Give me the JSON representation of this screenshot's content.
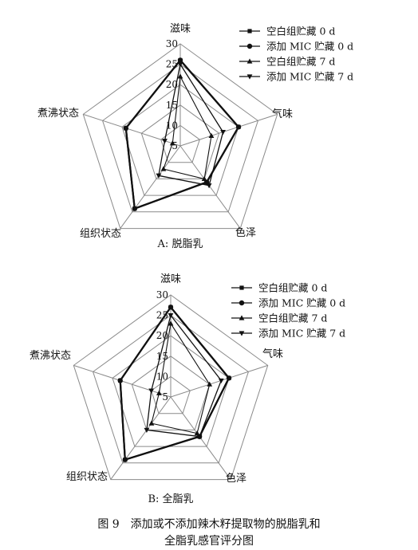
{
  "figure": {
    "caption_line1": "图 9　添加或不添加辣木籽提取物的脱脂乳和",
    "caption_line2": "全脂乳感官评分图"
  },
  "legend": {
    "labels": [
      "空白组贮藏 0 d",
      "添加 MIC 贮藏 0 d",
      "空白组贮藏 7 d",
      "添加 MIC 贮藏 7 d"
    ],
    "markers": [
      "square",
      "circle",
      "triangle-up",
      "triangle-down"
    ]
  },
  "chart_data": [
    {
      "type": "radar",
      "subtitle": "A: 脱脂乳",
      "axes": [
        "滋味",
        "气味",
        "色泽",
        "组织状态",
        "煮沸状态"
      ],
      "rlim": [
        5,
        30
      ],
      "ticks": [
        5,
        10,
        15,
        20,
        25,
        30
      ],
      "series": [
        {
          "name": "空白组贮藏 0 d",
          "values": [
            26,
            20,
            16,
            24,
            19
          ]
        },
        {
          "name": "添加 MIC 贮藏 0 d",
          "values": [
            26,
            20,
            16,
            24,
            19
          ]
        },
        {
          "name": "空白组贮藏 7 d",
          "values": [
            22,
            13,
            15,
            12,
            7
          ]
        },
        {
          "name": "添加 MIC 贮藏 7 d",
          "values": [
            25,
            16,
            17,
            14,
            9
          ]
        }
      ]
    },
    {
      "type": "radar",
      "subtitle": "B: 全脂乳",
      "axes": [
        "滋味",
        "气味",
        "色泽",
        "组织状态",
        "煮沸状态"
      ],
      "rlim": [
        5,
        30
      ],
      "ticks": [
        5,
        10,
        15,
        20,
        25,
        30
      ],
      "series": [
        {
          "name": "空白组贮藏 0 d",
          "values": [
            27,
            20,
            17,
            24,
            18
          ]
        },
        {
          "name": "添加 MIC 贮藏 0 d",
          "values": [
            27,
            20,
            17,
            24,
            18
          ]
        },
        {
          "name": "空白组贮藏 7 d",
          "values": [
            23,
            15,
            16,
            13,
            8
          ]
        },
        {
          "name": "添加 MIC 贮藏 7 d",
          "values": [
            25,
            18,
            17,
            15,
            10
          ]
        }
      ]
    }
  ]
}
